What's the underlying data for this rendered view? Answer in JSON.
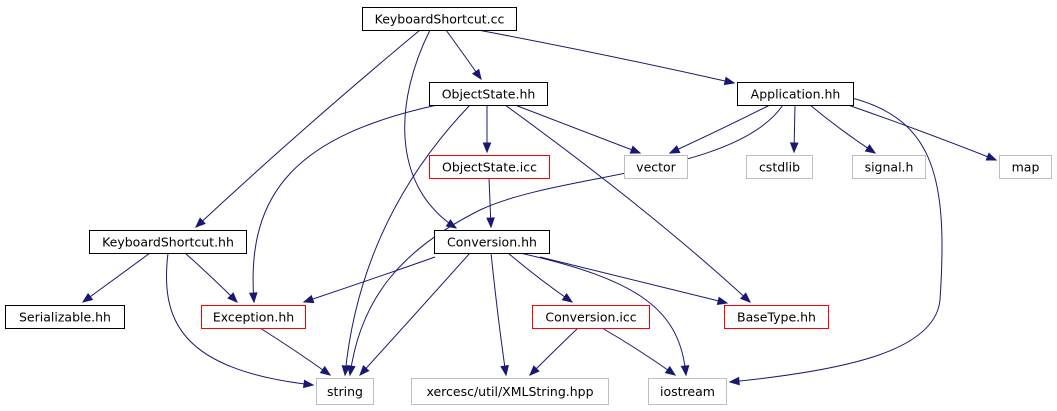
{
  "diagram": {
    "colors": {
      "edge": "#191970",
      "root_fill": "#bfbfbf",
      "border_normal": "#000000",
      "border_truncated": "#ff0000",
      "border_external": "#bfbfbf"
    },
    "nodes": [
      {
        "id": "KeyboardShortcut_cc",
        "label": "KeyboardShortcut.cc",
        "kind": "root"
      },
      {
        "id": "ObjectState_hh",
        "label": "ObjectState.hh",
        "kind": "normal"
      },
      {
        "id": "Application_hh",
        "label": "Application.hh",
        "kind": "normal"
      },
      {
        "id": "ObjectState_icc",
        "label": "ObjectState.icc",
        "kind": "truncated"
      },
      {
        "id": "vector",
        "label": "vector",
        "kind": "external"
      },
      {
        "id": "cstdlib",
        "label": "cstdlib",
        "kind": "external"
      },
      {
        "id": "signal_h",
        "label": "signal.h",
        "kind": "external"
      },
      {
        "id": "map",
        "label": "map",
        "kind": "external"
      },
      {
        "id": "KeyboardShortcut_hh",
        "label": "KeyboardShortcut.hh",
        "kind": "normal"
      },
      {
        "id": "Conversion_hh",
        "label": "Conversion.hh",
        "kind": "normal"
      },
      {
        "id": "Serializable_hh",
        "label": "Serializable.hh",
        "kind": "normal"
      },
      {
        "id": "Exception_hh",
        "label": "Exception.hh",
        "kind": "truncated"
      },
      {
        "id": "Conversion_icc",
        "label": "Conversion.icc",
        "kind": "truncated"
      },
      {
        "id": "BaseType_hh",
        "label": "BaseType.hh",
        "kind": "truncated"
      },
      {
        "id": "string",
        "label": "string",
        "kind": "external"
      },
      {
        "id": "XMLString_hpp",
        "label": "xercesc/util/XMLString.hpp",
        "kind": "external"
      },
      {
        "id": "iostream",
        "label": "iostream",
        "kind": "external"
      }
    ],
    "edges": [
      {
        "from": "KeyboardShortcut_cc",
        "to": "ObjectState_hh"
      },
      {
        "from": "KeyboardShortcut_cc",
        "to": "Application_hh"
      },
      {
        "from": "KeyboardShortcut_cc",
        "to": "KeyboardShortcut_hh"
      },
      {
        "from": "KeyboardShortcut_cc",
        "to": "Conversion_hh"
      },
      {
        "from": "ObjectState_hh",
        "to": "ObjectState_icc"
      },
      {
        "from": "ObjectState_hh",
        "to": "vector"
      },
      {
        "from": "ObjectState_hh",
        "to": "Exception_hh"
      },
      {
        "from": "ObjectState_hh",
        "to": "string"
      },
      {
        "from": "ObjectState_hh",
        "to": "BaseType_hh"
      },
      {
        "from": "ObjectState_icc",
        "to": "Conversion_hh"
      },
      {
        "from": "Application_hh",
        "to": "vector"
      },
      {
        "from": "Application_hh",
        "to": "cstdlib"
      },
      {
        "from": "Application_hh",
        "to": "signal_h"
      },
      {
        "from": "Application_hh",
        "to": "map"
      },
      {
        "from": "Application_hh",
        "to": "string"
      },
      {
        "from": "Application_hh",
        "to": "iostream"
      },
      {
        "from": "KeyboardShortcut_hh",
        "to": "Serializable_hh"
      },
      {
        "from": "KeyboardShortcut_hh",
        "to": "Exception_hh"
      },
      {
        "from": "KeyboardShortcut_hh",
        "to": "string"
      },
      {
        "from": "Conversion_hh",
        "to": "Exception_hh"
      },
      {
        "from": "Conversion_hh",
        "to": "string"
      },
      {
        "from": "Conversion_hh",
        "to": "XMLString_hpp"
      },
      {
        "from": "Conversion_hh",
        "to": "Conversion_icc"
      },
      {
        "from": "Conversion_hh",
        "to": "BaseType_hh"
      },
      {
        "from": "Conversion_hh",
        "to": "iostream"
      },
      {
        "from": "Exception_hh",
        "to": "string"
      },
      {
        "from": "Conversion_icc",
        "to": "XMLString_hpp"
      },
      {
        "from": "Conversion_icc",
        "to": "iostream"
      }
    ]
  }
}
